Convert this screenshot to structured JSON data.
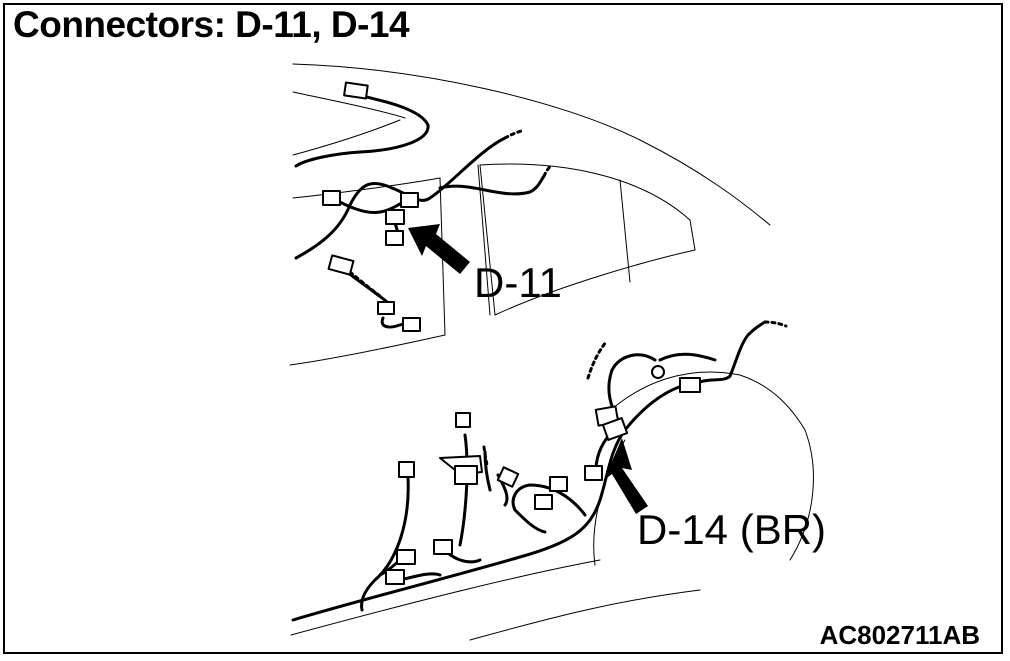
{
  "title": "Connectors: D-11, D-14",
  "callouts": {
    "d11": "D-11",
    "d14": "D-14 (BR)"
  },
  "figure_code": "AC802711AB"
}
